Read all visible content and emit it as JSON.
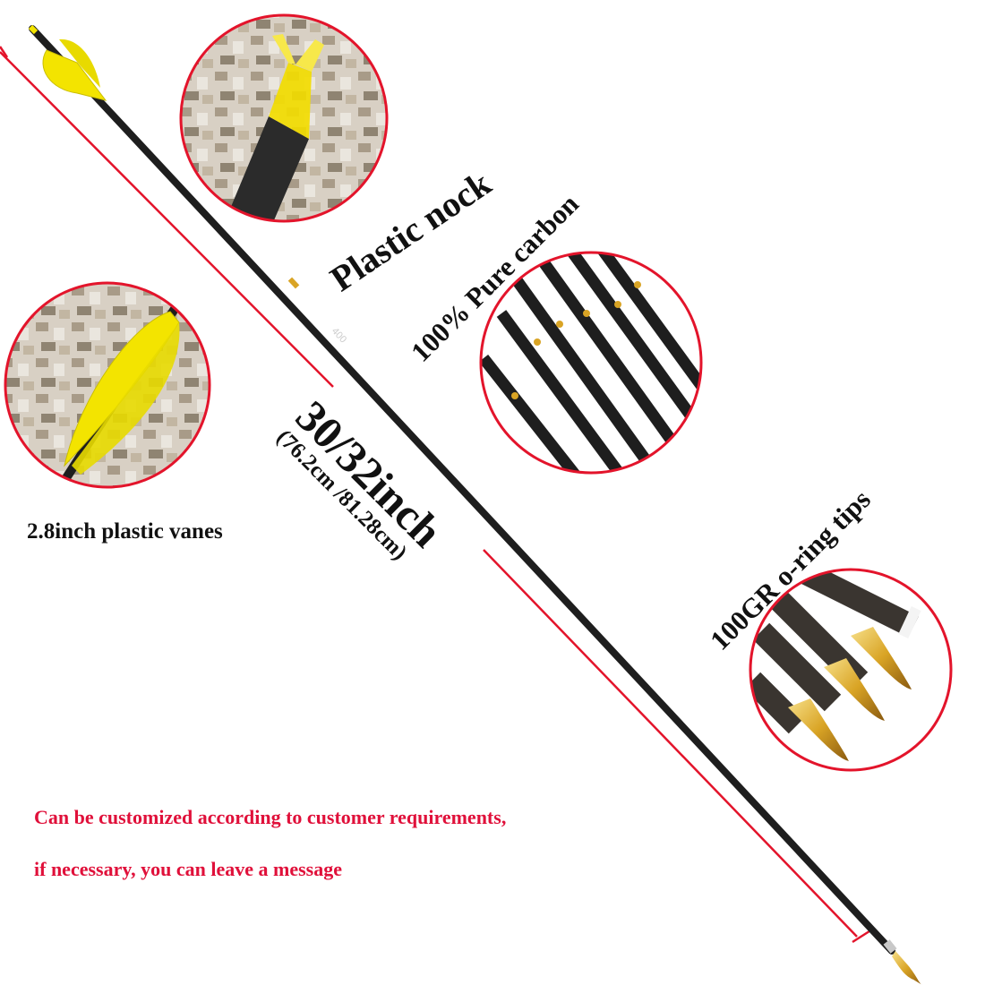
{
  "labels": {
    "plastic_nock": "Plastic nock",
    "pure_carbon": "100% Pure carbon",
    "plastic_vanes": "2.8inch plastic vanes",
    "oring_tips": "100GR o-ring tips",
    "length_main": "30/32inch",
    "length_metric": "(76.2cm /81.28cm)"
  },
  "notes": {
    "line1": "Can be customized according to customer requirements,",
    "line2": "if necessary, you can leave a message"
  },
  "shaft_markings": {
    "spine": "400"
  },
  "colors": {
    "shaft": "#1e1e1e",
    "vane_yellow": "#f3e400",
    "dimension_red": "#e3142b",
    "tip_gold": "#d9a425",
    "note_red": "#e0103a"
  },
  "icons": {
    "nock": "plastic-nock-icon",
    "carbon": "carbon-shaft-icon",
    "vanes": "vane-icon",
    "tips": "oring-tip-icon"
  }
}
